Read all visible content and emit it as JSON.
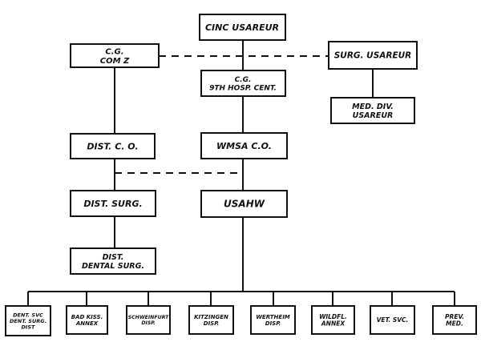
{
  "nodes": {
    "cinc": [
      "CINC USAREUR"
    ],
    "cg_comz": [
      "C.G.",
      "COM Z"
    ],
    "surg_usareur": [
      "SURG. USAREUR"
    ],
    "cg_9th": [
      "C.G.",
      "9TH HOSP. CENT."
    ],
    "med_div": [
      "MED. DIV.",
      "USAREUR"
    ],
    "dist_co": [
      "DIST.     C. O."
    ],
    "wmsa_co": [
      "WMSA     C.O."
    ],
    "dist_surg": [
      "DIST.  SURG."
    ],
    "usahw": [
      "USAHW"
    ],
    "dist_dental": [
      "DIST.",
      "DENTAL SURG."
    ],
    "dent_svc": [
      "DENT. SVC",
      "DENT. SURG.",
      "DIST"
    ],
    "bad_kiss": [
      "BAD KISS.",
      "ANNEX"
    ],
    "schweinfurt": [
      "SCHWEINFURT",
      "DISP."
    ],
    "kitzingen": [
      "KITZINGEN",
      "DISP."
    ],
    "wertheim": [
      "WERTHEIM",
      "DISP."
    ],
    "wildfl": [
      "WILDFL.",
      "ANNEX"
    ],
    "vet_svc": [
      "VET. SVC."
    ],
    "prev_med": [
      "PREV.",
      "MED."
    ]
  }
}
